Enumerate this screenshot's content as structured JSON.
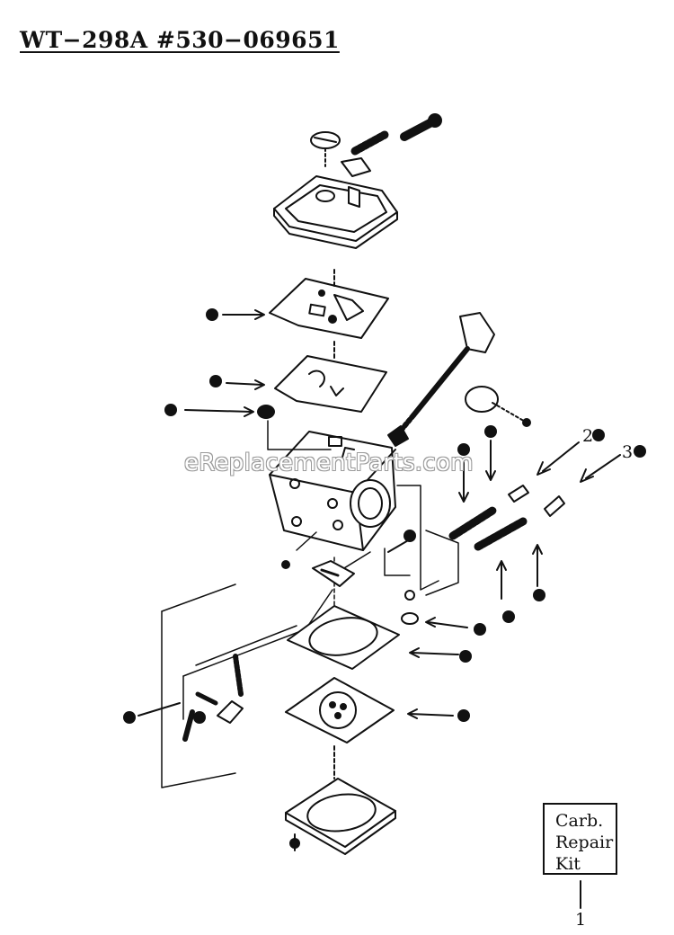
{
  "title": "WT−298A #530−069651",
  "watermark": "eReplacementParts.com",
  "callouts": {
    "c2": "2",
    "c3": "3",
    "c1": "1"
  },
  "kit_box": {
    "line1": "Carb.",
    "line2": "Repair",
    "line3": "Kit"
  }
}
